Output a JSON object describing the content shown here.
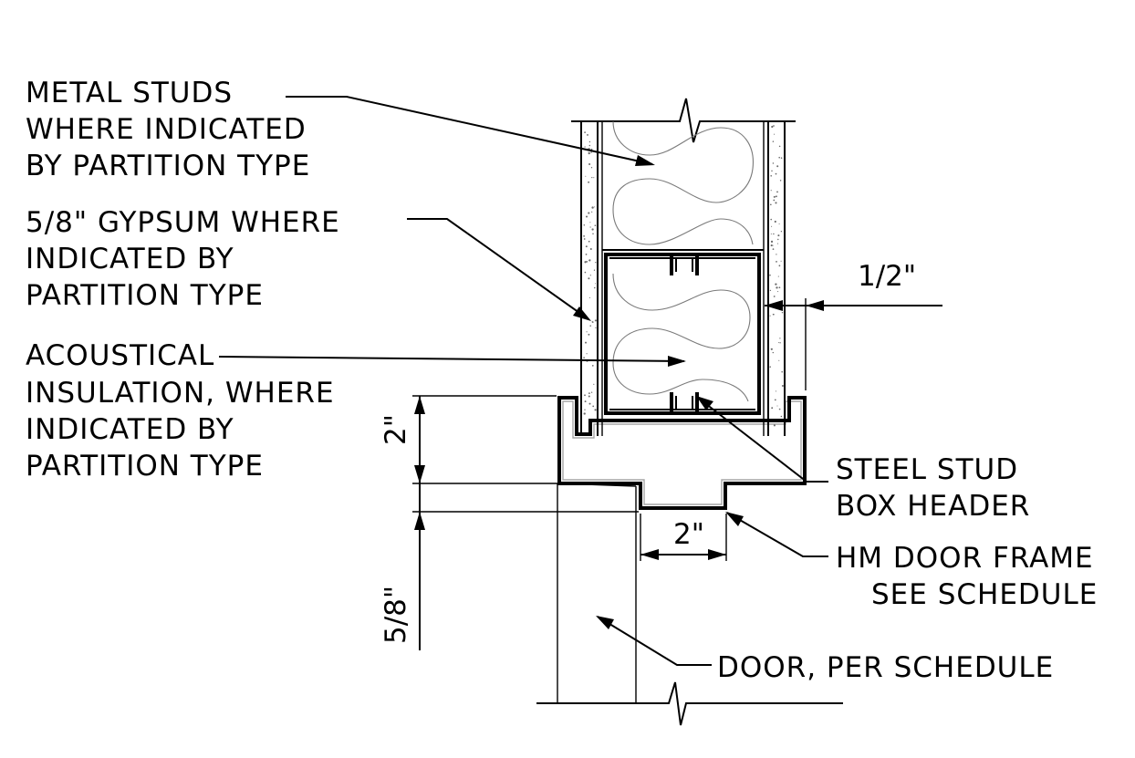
{
  "labels": {
    "metal_studs": [
      "METAL STUDS",
      "WHERE INDICATED",
      "BY PARTITION TYPE"
    ],
    "gypsum": [
      "5/8\" GYPSUM WHERE",
      "INDICATED BY",
      "PARTITION TYPE"
    ],
    "acoustical": [
      "ACOUSTICAL",
      "INSULATION, WHERE",
      "INDICATED BY",
      "PARTITION TYPE"
    ],
    "steel_stud": [
      "STEEL STUD",
      "BOX HEADER"
    ],
    "hm_frame": [
      "HM DOOR FRAME",
      "SEE SCHEDULE"
    ],
    "door": [
      "DOOR, PER SCHEDULE"
    ]
  },
  "dimensions": {
    "gap_half": "1/2\"",
    "frame_depth": "2\"",
    "frame_width": "2\"",
    "door_offset": "5/8\""
  }
}
